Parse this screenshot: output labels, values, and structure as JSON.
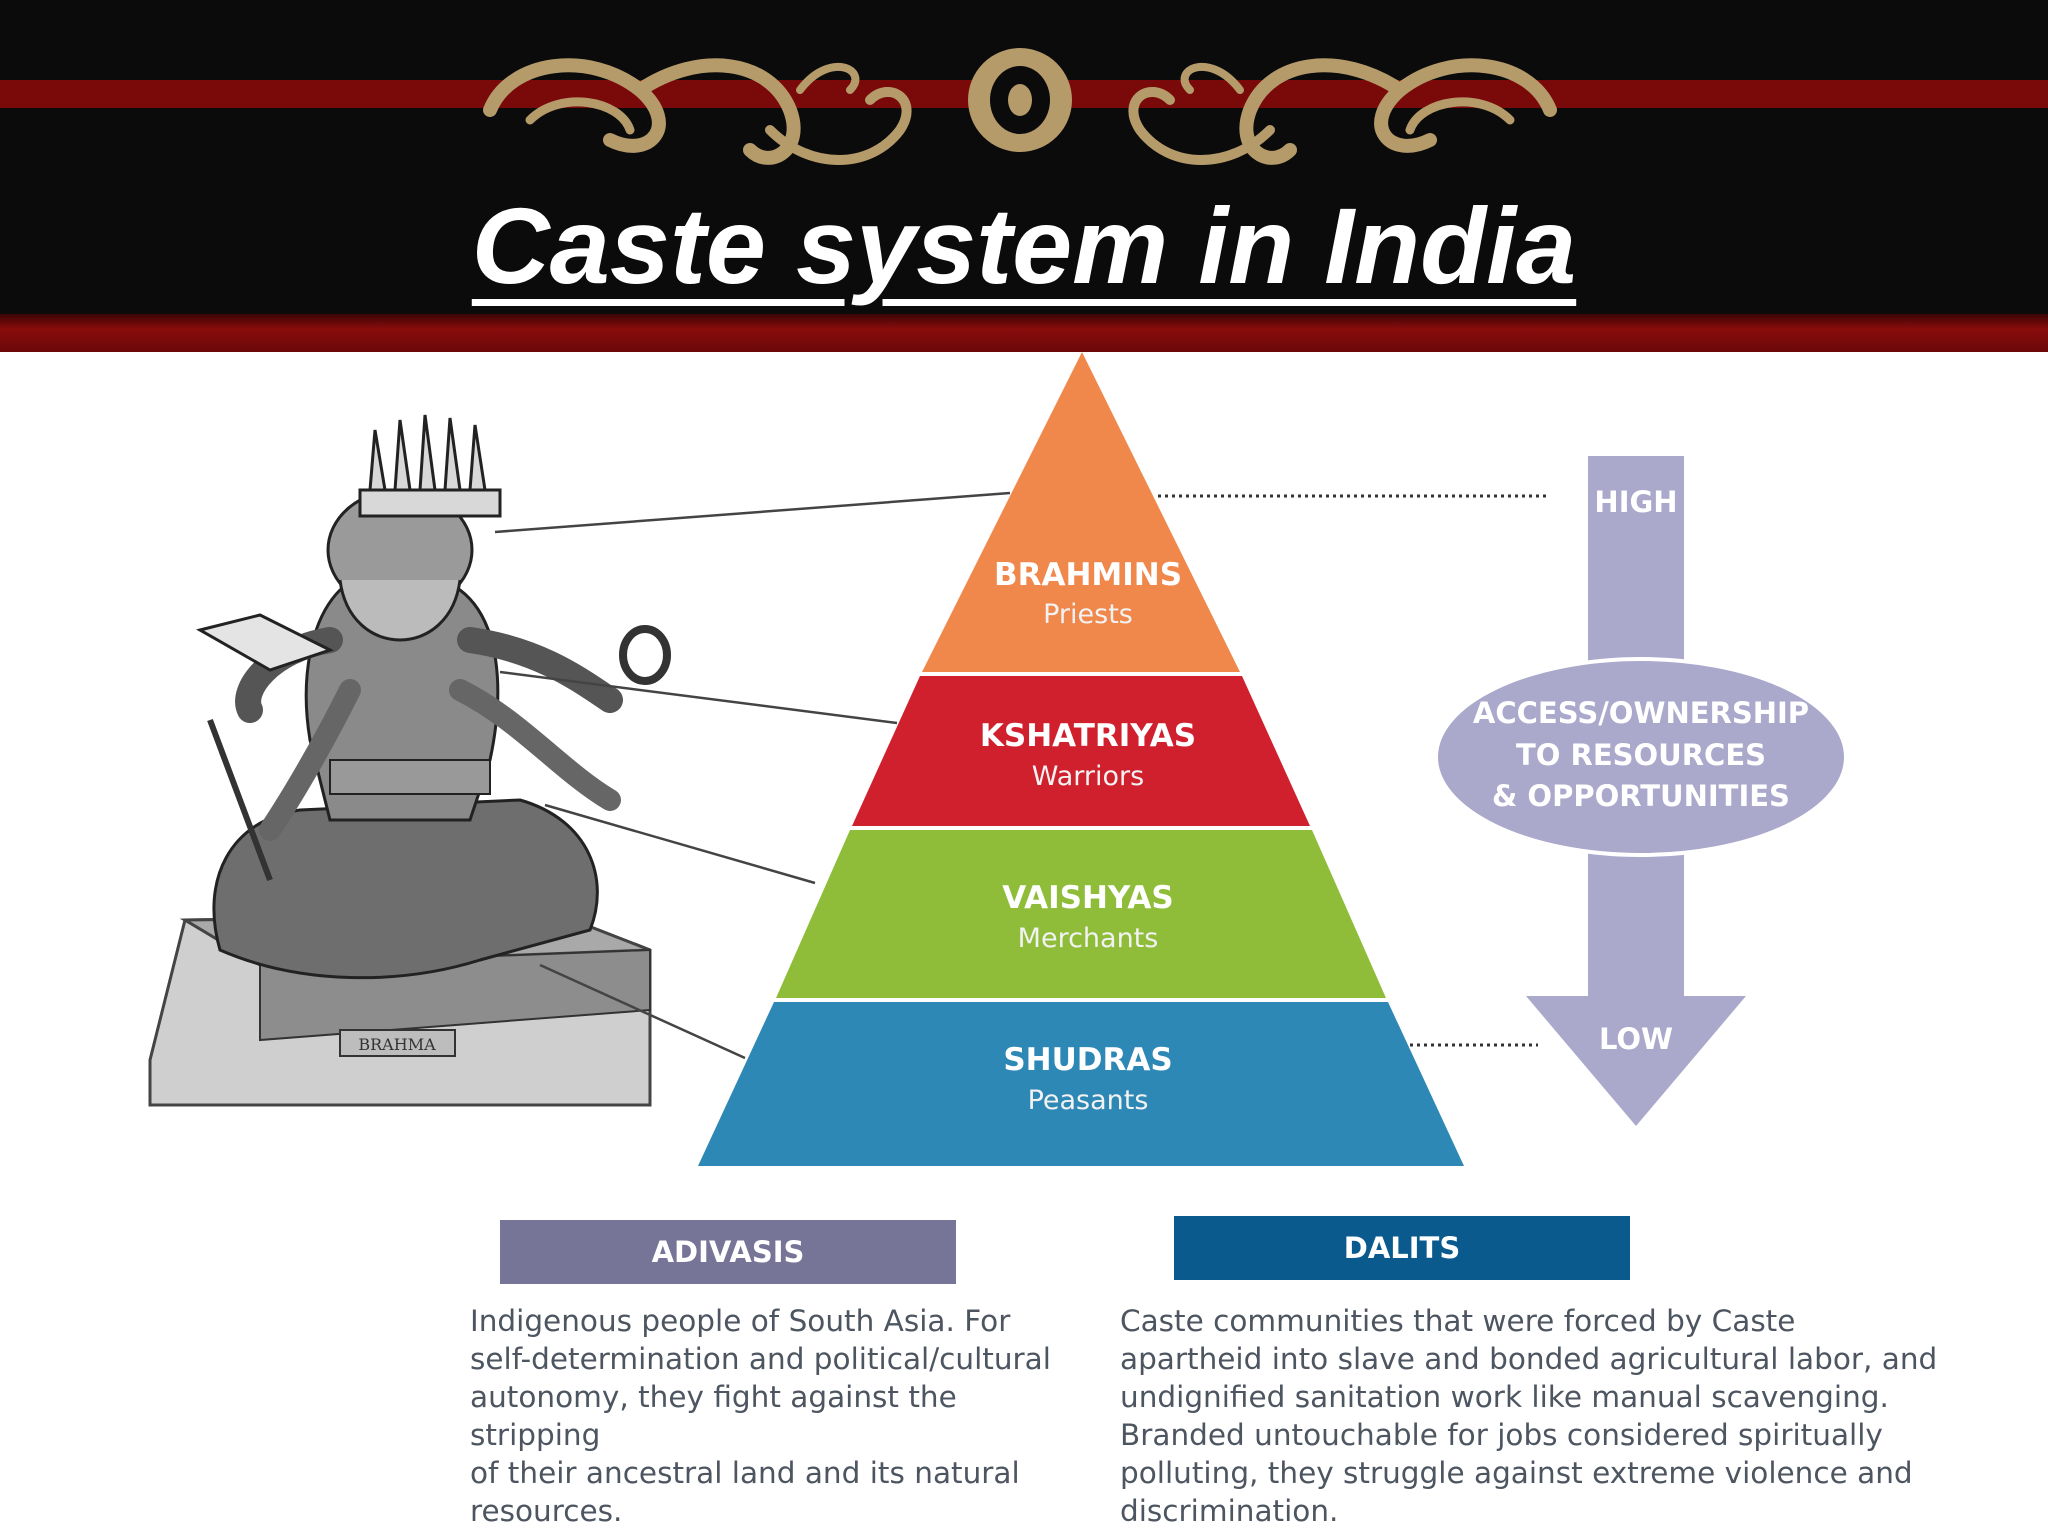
{
  "slide": {
    "title": "Caste system in India"
  },
  "colors": {
    "header_bg": "#0b0b0b",
    "header_stripe": "#7a0a0a",
    "ornament": "#b59a6a",
    "brahmins": "#f0874b",
    "kshatriyas": "#d0202e",
    "vaishyas": "#8fbd3a",
    "shudras": "#2e88b5",
    "arrow": "#aaa8cb",
    "adivasis": "#777597",
    "dalits": "#0a5a8e",
    "body_text": "#4d5560"
  },
  "statue": {
    "plinth_label": "BRAHMA"
  },
  "pyramid": {
    "tiers": [
      {
        "name": "BRAHMINS",
        "role": "Priests"
      },
      {
        "name": "KSHATRIYAS",
        "role": "Warriors"
      },
      {
        "name": "VAISHYAS",
        "role": "Merchants"
      },
      {
        "name": "SHUDRAS",
        "role": "Peasants"
      }
    ]
  },
  "access_arrow": {
    "high_label": "HIGH",
    "low_label": "LOW",
    "ellipse_lines": [
      "ACCESS/OWNERSHIP",
      "TO RESOURCES",
      "& OPPORTUNITIES"
    ]
  },
  "groups": [
    {
      "label": "ADIVASIS",
      "description_lines": [
        "Indigenous people of South Asia. For",
        "self-determination and political/cultural",
        "autonomy, they fight against the stripping",
        "of their ancestral land and its natural",
        "resources."
      ]
    },
    {
      "label": "DALITS",
      "description_lines": [
        "Caste communities that were forced by Caste",
        "apartheid into slave and bonded agricultural labor, and",
        "undignified sanitation work like manual scavenging.",
        "Branded untouchable for jobs considered spiritually",
        "polluting, they struggle against extreme violence and",
        "discrimination."
      ]
    }
  ]
}
